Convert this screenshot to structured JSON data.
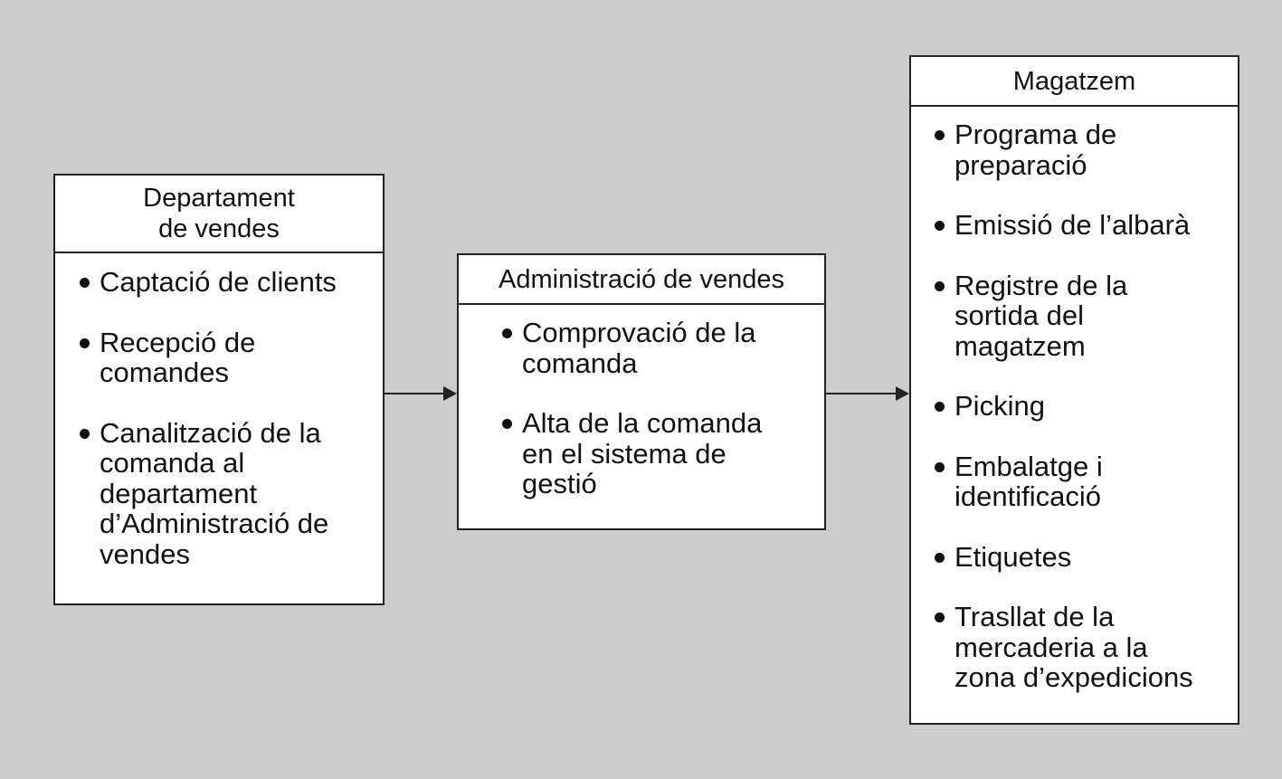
{
  "boxes": [
    {
      "title_lines": [
        "Departament",
        "de vendes"
      ],
      "items": [
        {
          "lines": [
            "Captació de clients"
          ]
        },
        {
          "lines": [
            "Recepció de",
            "comandes"
          ]
        },
        {
          "lines": [
            "Canalització de la",
            "comanda al",
            "departament",
            "d’Administració de",
            "vendes"
          ]
        }
      ]
    },
    {
      "title_lines": [
        "Administració de vendes"
      ],
      "items": [
        {
          "lines": [
            "Comprovació de la",
            "comanda"
          ]
        },
        {
          "lines": [
            "Alta de la comanda",
            "en el sistema de",
            "gestió"
          ]
        }
      ]
    },
    {
      "title_lines": [
        "Magatzem"
      ],
      "items": [
        {
          "lines": [
            "Programa de",
            "preparació"
          ]
        },
        {
          "lines": [
            "Emissió de l’albarà"
          ]
        },
        {
          "lines": [
            "Registre de la",
            "sortida del",
            "magatzem"
          ]
        },
        {
          "lines": [
            "Picking"
          ]
        },
        {
          "lines": [
            "Embalatge i",
            "identificació"
          ]
        },
        {
          "lines": [
            "Etiquetes"
          ]
        },
        {
          "lines": [
            "Trasllat de la",
            "mercaderia a la",
            "zona d’expedicions"
          ]
        }
      ]
    }
  ],
  "connectors": [
    {
      "from": "Departament de vendes",
      "to": "Administració de vendes"
    },
    {
      "from": "Administració de vendes",
      "to": "Magatzem"
    }
  ],
  "colors": {
    "background": "#cccccc",
    "box_fill": "#ffffff",
    "stroke": "#222222",
    "text": "#111111"
  }
}
